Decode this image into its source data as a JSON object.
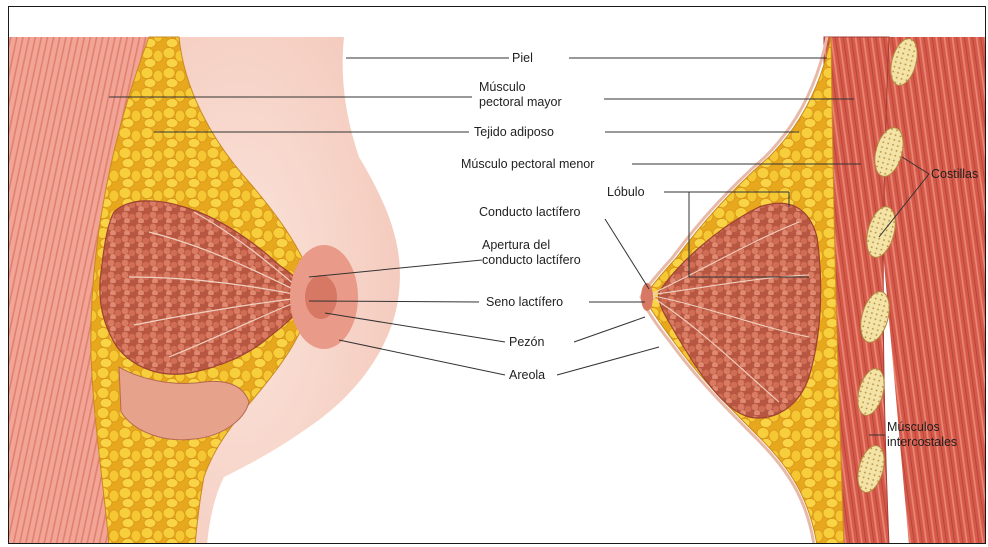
{
  "labels": {
    "piel": "Piel",
    "musculo_pectoral_mayor_1": "Músculo",
    "musculo_pectoral_mayor_2": "pectoral mayor",
    "tejido_adiposo": "Tejido adiposo",
    "musculo_pectoral_menor": "Músculo pectoral menor",
    "lobulo": "Lóbulo",
    "costillas": "Costillas",
    "conducto_lactifero": "Conducto lactífero",
    "apertura_1": "Apertura del",
    "apertura_2": "conducto lactífero",
    "seno_lactifero": "Seno lactífero",
    "pezon": "Pezón",
    "areola": "Areola",
    "musculos_intercostales_1": "Músculos",
    "musculos_intercostales_2": "intercostales"
  },
  "colors": {
    "muscle": "#d9604f",
    "fat": "#f2c02e",
    "gland": "#c8654a",
    "skin": "#f7d6cc",
    "areola": "#e79a8a",
    "leader": "#333333"
  }
}
